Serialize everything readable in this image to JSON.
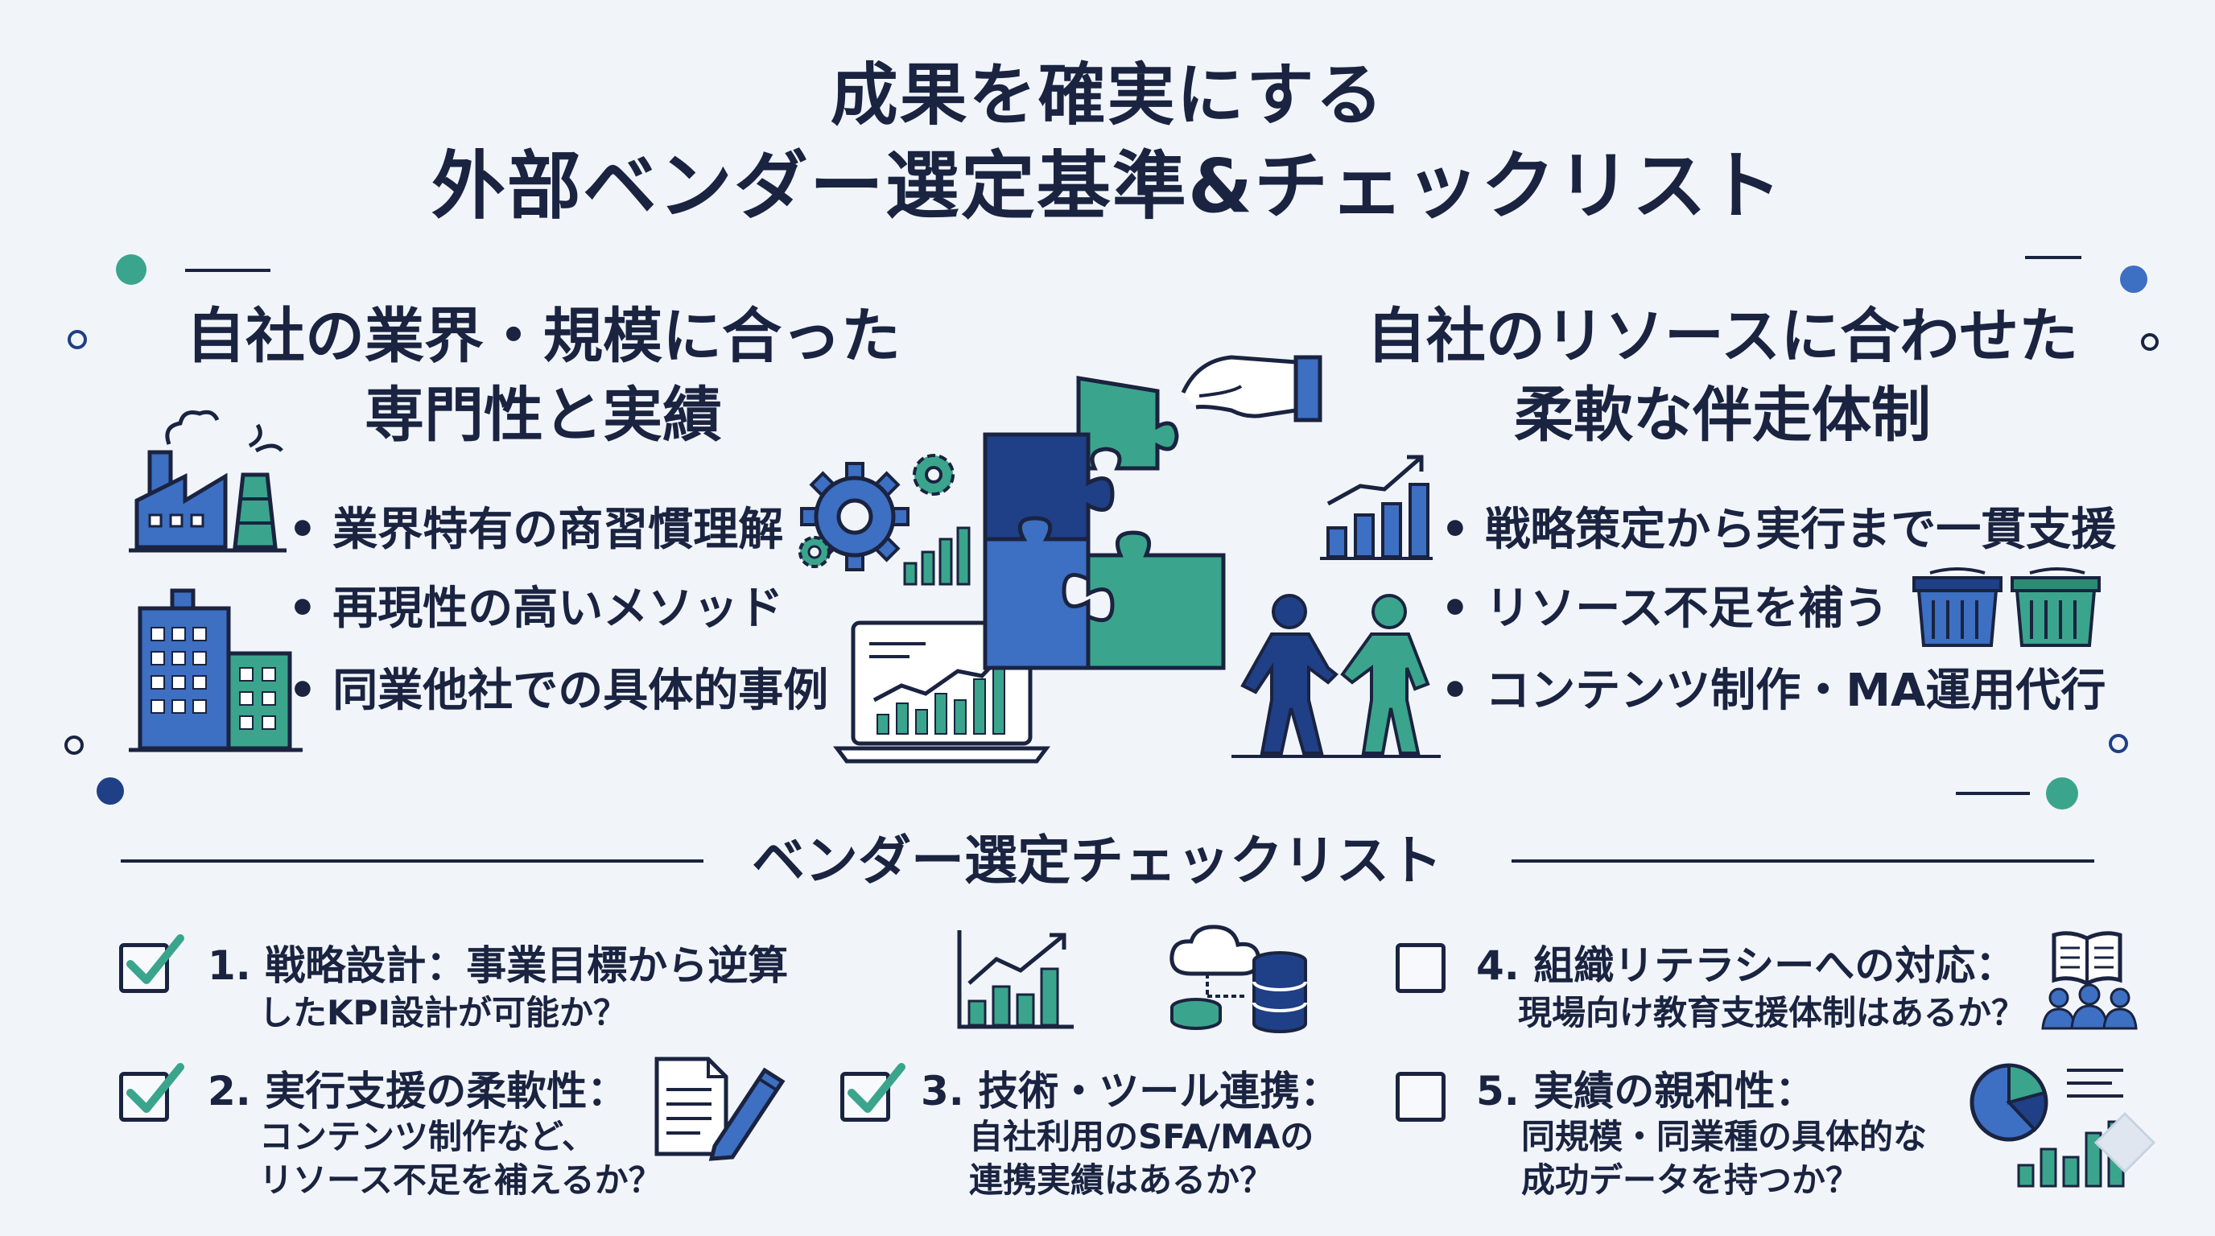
{
  "title": {
    "line1": "成果を確実にする",
    "line2": "外部ベンダー選定基準&チェックリスト"
  },
  "left_section": {
    "heading_line1": "自社の業界・規模に合った",
    "heading_line2": "専門性と実績",
    "bullets": [
      "• 業界特有の商習慣理解",
      "• 再現性の高いメソッド",
      "• 同業他社での具体的事例"
    ]
  },
  "right_section": {
    "heading_line1": "自社のリソースに合わせた",
    "heading_line2": "柔軟な伴走体制",
    "bullets": [
      "• 戦略策定から実行まで一貫支援",
      "• リソース不足を補う",
      "• コンテンツ制作・MA運用代行"
    ]
  },
  "checklist": {
    "title": "ベンダー選定チェックリスト",
    "items": [
      {
        "checked": true,
        "title": "1. 戦略設計：事業目標から逆算",
        "lines": [
          "したKPI設計が可能か？"
        ]
      },
      {
        "checked": true,
        "title": "2. 実行支援の柔軟性：",
        "lines": [
          "コンテンツ制作など、",
          "リソース不足を補えるか？"
        ]
      },
      {
        "checked": true,
        "title": "3. 技術・ツール連携：",
        "lines": [
          "自社利用のSFA/MAの",
          "連携実績はあるか？"
        ]
      },
      {
        "checked": false,
        "title": "4. 組織リテラシーへの対応：",
        "lines": [
          "現場向け教育支援体制はあるか？"
        ]
      },
      {
        "checked": false,
        "title": "5. 実績の親和性：",
        "lines": [
          "同規模・同業種の具体的な",
          "成功データを持つか？"
        ]
      }
    ]
  },
  "colors": {
    "navy": "#1a2340",
    "dark_blue": "#1f3f86",
    "mid_blue": "#3d6fc2",
    "teal": "#3aa58c",
    "check_teal": "#3aa58c",
    "background": "#f1f5fa"
  },
  "icons": [
    "factory-icon",
    "office-buildings-icon",
    "gear-icon",
    "bar-chart-icon",
    "laptop-growth-chart-icon",
    "puzzle-icon",
    "hand-icon",
    "growth-chart-icon",
    "handshake-people-icon",
    "storage-baskets-icon",
    "cloud-database-icon",
    "document-pen-icon",
    "open-book-icon",
    "team-icon",
    "pie-bar-chart-icon"
  ]
}
